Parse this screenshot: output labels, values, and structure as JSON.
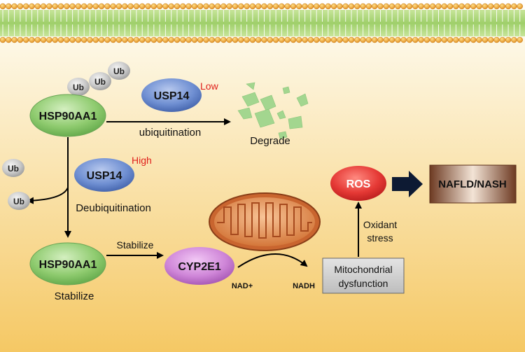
{
  "nodes": {
    "hsp_top": "HSP90AA1",
    "hsp_bottom": "HSP90AA1",
    "usp14_top": "USP14",
    "usp14_mid": "USP14",
    "cyp2e1": "CYP2E1",
    "ros": "ROS",
    "nafld": "NAFLD/NASH",
    "mito_dysfunction_line1": "Mitochondrial",
    "mito_dysfunction_line2": "dysfunction",
    "ub": "Ub"
  },
  "labels": {
    "low": "Low",
    "high": "High",
    "ubiquitination": "ubiquitination",
    "degrade": "Degrade",
    "deubiquitination": "Deubiquitination",
    "stabilize_arrow": "Stabilize",
    "stabilize_below": "Stabilize",
    "nad_plus": "NAD+",
    "nadh": "NADH",
    "oxidant": "Oxidant",
    "stress": "stress"
  },
  "colors": {
    "background_top": "#ffffff",
    "background_bottom": "#f5c864",
    "membrane_head": "#f2a531",
    "membrane_core": "#b8dd83",
    "hsp_green": "#8bc76b",
    "usp_blue": "#5d7fc2",
    "cyp_purple": "#c77ad0",
    "ros_red": "#e53935",
    "nafld_brown": "#8b5a3c",
    "mito_orange": "#e0884a",
    "fragment_green": "#9fd38c",
    "low_high_red": "#e0201c"
  }
}
